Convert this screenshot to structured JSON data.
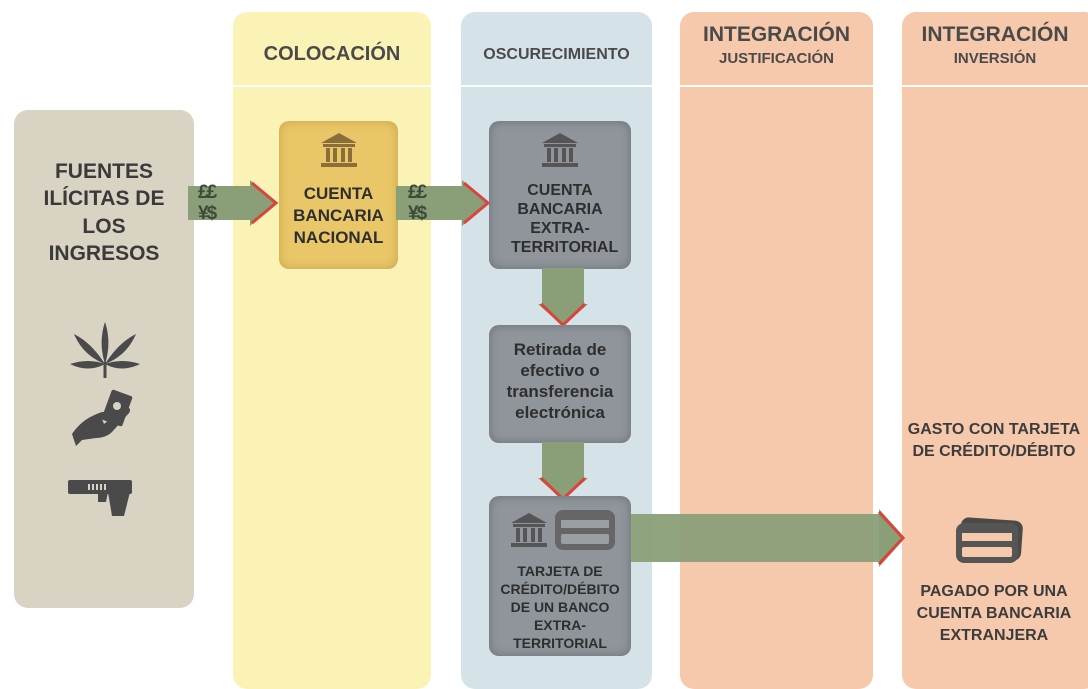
{
  "columns": {
    "sources": {
      "title": "FUENTES ILÍCITAS DE LOS INGRESOS"
    },
    "placement": {
      "header": "COLOCACIÓN"
    },
    "layering": {
      "header": "OSCURECIMIENTO"
    },
    "integration1": {
      "header": "INTEGRACIÓN",
      "subheader": "JUSTIFICACIÓN"
    },
    "integration2": {
      "header": "INTEGRACIÓN",
      "subheader": "INVERSIÓN"
    }
  },
  "boxes": {
    "national_account": "CUENTA BANCARIA NACIONAL",
    "offshore_account": "CUENTA BANCARIA EXTRA-TERRITORIAL",
    "withdrawal": "Retirada de efectivo o transferencia electrónica",
    "offshore_card": "TARJETA DE CRÉDITO/DÉBITO DE UN BANCO EXTRA-TERRITORIAL"
  },
  "integration_texts": {
    "spending": "GASTO CON TARJETA DE CRÉDITO/DÉBITO",
    "paid_by": "PAGADO POR UNA CUENTA BANCARIA EXTRANJERA"
  },
  "currency_symbols": {
    "top": "££",
    "bottom": "¥$"
  },
  "icons": [
    "bank-icon",
    "cannabis-leaf-icon",
    "hand-cash-icon",
    "pistol-icon",
    "credit-card-icon"
  ],
  "colors": {
    "sources_bg": "#d9d3c3",
    "placement_bg": "#fbf3b5",
    "layering_bg": "#d5e3e8",
    "integration_bg": "#f6c9ac",
    "arrow_green": "#8a9f78",
    "arrow_red": "#d8453b"
  }
}
